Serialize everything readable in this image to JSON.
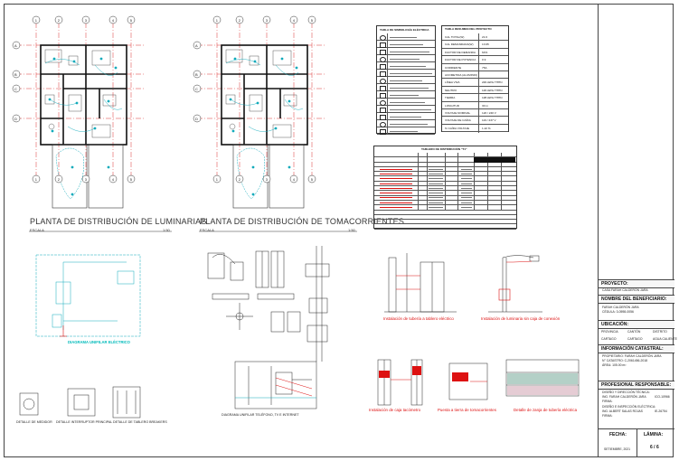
{
  "plan_titles": {
    "luminarias": "PLANTA DE DISTRIBUCIÓN DE LUMINARIAS",
    "tomacorrientes": "PLANTA DE DISTRIBUCIÓN DE TOMACORRIENTES",
    "escala_label": "ESCALA",
    "escala_value": "1:50"
  },
  "grid_letters": [
    "A",
    "B",
    "C",
    "D"
  ],
  "grid_numbers": [
    "1",
    "2",
    "3",
    "4",
    "5"
  ],
  "detail_labels": {
    "tubo_tablero": "Instalación de tubería a tablero eléctrico",
    "luminaria_poste": "Instalación de luminaria sin caja de conexión",
    "caja_tacometro": "Instalación de caja tacómetro",
    "tomacorriente": "Puesta a tierra de tomacorrientes",
    "zanja": "Detalle de zanja de tubería eléctrica",
    "unifilar_electrico": "DIAGRAMA UNIFILAR ELÉCTRICO",
    "unifilar_telefono": "DIAGRAMA UNIFILAR TELÉFONO, TV E INTERNET",
    "medidor": "DETALLE DE MEDIDOR",
    "interruptor": "DETALLE INTERRUPTOR PRINCIPAL",
    "tablero_breakers": "DETALLE DE TABLERO BREAKERS"
  },
  "legend_table": {
    "title": "TABLA DE SIMBOLOGÍA ELÉCTRICA"
  },
  "data_table": {
    "title": "TABLA RESUMEN DEL PROYECTO",
    "rows": [
      [
        "CAL TOTAL(W)",
        "21.6"
      ],
      [
        "CAL DEMANDADA(W)",
        "13.95"
      ],
      [
        "FACTOR DE DEMANDA",
        "64%"
      ],
      [
        "FACTOR DE POTENCIA",
        "0.9"
      ],
      [
        "CORRIENTE",
        "75A"
      ],
      [
        "ACOMETIDA (ALUMINIO)",
        ""
      ],
      [
        "LÍNEA VIVA",
        "2#2 AWG THHN"
      ],
      [
        "NEUTRO",
        "1#2 AWG THHN"
      ],
      [
        "TIERRA",
        "1#8 AWG THHN"
      ],
      [
        "LONGITUD",
        "30 m"
      ],
      [
        "VOLTAJE NOMINAL",
        "120 / 240 V"
      ],
      [
        "VOLTAJE DE CAÍDA",
        "119 / 237 V"
      ],
      [
        "% CAÍDA VOLTAJE",
        "1.22 %"
      ]
    ]
  },
  "distribution_table": {
    "title": "TABLERO DE DISTRIBUCIÓN \"T1\""
  },
  "title_block": {
    "proyecto_hd": "PROYECTO:",
    "proyecto": "CASA FARAH CALDERÓN JARA",
    "beneficiario_hd": "NOMBRE DEL BENEFICIARIO:",
    "beneficiario": "FARAH CALDERÓN JARA",
    "cedula": "CÉDULA: 3-0598-0056",
    "ubicacion_hd": "UBICACIÓN:",
    "provincia_lbl": "PROVINCIA",
    "canton_lbl": "CANTÓN",
    "distrito_lbl": "DISTRITO",
    "provincia": "CARTAGO",
    "canton": "CARTAGO",
    "distrito": "AGUA CALIENTE",
    "catastral_hd": "INFORMACIÓN CATASTRAL:",
    "propietario": "PROPIETARIO: FARAH CALDERÓN JARA",
    "catastro": "N° CATASTRO: C-2061456-2018",
    "area": "ÁREA: 105.00 m²",
    "profesional_hd": "PROFESIONAL RESPONSABLE:",
    "diseno_tecnica": "DISEÑO Y DIRECCIÓN TÉCNICA:",
    "ing1": "ING. FARAH CALDERÓN JARA",
    "ing1_code": "ICO-10966",
    "firma1": "FIRMA:",
    "diseno_insp": "DISEÑO E INSPECCIÓN ELÉCTRICA:",
    "ing2": "ING. ALBERT SALAS ROJAS",
    "ing2_code": "IE-26754",
    "firma2": "FIRMA:",
    "fecha_hd": "FECHA:",
    "lamina_hd": "LÁMINA:",
    "fecha": "SETIEMBRE, 2021",
    "lamina": "6 / 6"
  }
}
